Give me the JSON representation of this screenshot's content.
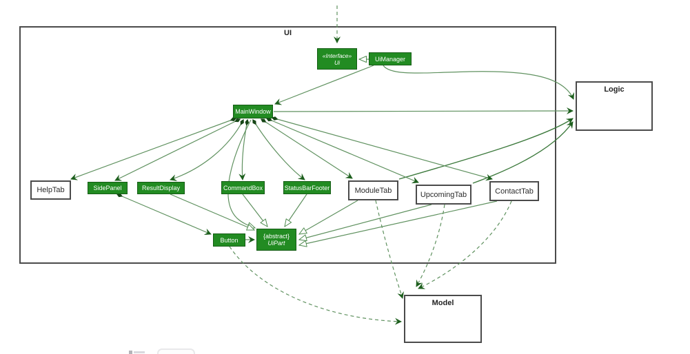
{
  "frame": {
    "label": "UI"
  },
  "colors": {
    "class_fill": "#228B22",
    "class_border": "#145c14",
    "class_text": "#ffffff",
    "edge": "#5f915f",
    "edge_dark": "#1d5f1d",
    "plain_border": "#4a4a4a",
    "plain_text": "#2b2b2b"
  },
  "nodes": {
    "ui_interface": {
      "stereotype": "«Interface»",
      "name": "Ui"
    },
    "ui_manager": {
      "name": "UiManager"
    },
    "main_window": {
      "name": "MainWindow"
    },
    "logic": {
      "name": "Logic"
    },
    "model": {
      "name": "Model"
    },
    "help_tab": {
      "name": "HelpTab"
    },
    "side_panel": {
      "name": "SidePanel"
    },
    "result_display": {
      "name": "ResultDisplay"
    },
    "command_box": {
      "name": "CommandBox"
    },
    "status_bar_footer": {
      "name": "StatusBarFooter"
    },
    "module_tab": {
      "name": "ModuleTab"
    },
    "upcoming_tab": {
      "name": "UpcomingTab"
    },
    "contact_tab": {
      "name": "ContactTab"
    },
    "button": {
      "name": "Button"
    },
    "ui_part": {
      "modifier": "{abstract}",
      "name": "UiPart"
    }
  },
  "edges": [
    {
      "from": "external",
      "to": "Ui",
      "type": "dashed-dependency"
    },
    {
      "from": "UiManager",
      "to": "Ui",
      "type": "realization"
    },
    {
      "from": "UiManager",
      "to": "MainWindow",
      "type": "association"
    },
    {
      "from": "UiManager",
      "to": "Logic",
      "type": "association"
    },
    {
      "from": "MainWindow",
      "to": "Logic",
      "type": "association"
    },
    {
      "from": "MainWindow",
      "to": "HelpTab",
      "type": "composition"
    },
    {
      "from": "MainWindow",
      "to": "SidePanel",
      "type": "composition"
    },
    {
      "from": "MainWindow",
      "to": "ResultDisplay",
      "type": "composition"
    },
    {
      "from": "MainWindow",
      "to": "CommandBox",
      "type": "composition"
    },
    {
      "from": "MainWindow",
      "to": "StatusBarFooter",
      "type": "composition"
    },
    {
      "from": "MainWindow",
      "to": "ModuleTab",
      "type": "composition"
    },
    {
      "from": "MainWindow",
      "to": "UpcomingTab",
      "type": "composition"
    },
    {
      "from": "MainWindow",
      "to": "ContactTab",
      "type": "composition"
    },
    {
      "from": "MainWindow",
      "to": "UiPart",
      "type": "inheritance"
    },
    {
      "from": "ResultDisplay",
      "to": "UiPart",
      "type": "inheritance"
    },
    {
      "from": "CommandBox",
      "to": "UiPart",
      "type": "inheritance"
    },
    {
      "from": "StatusBarFooter",
      "to": "UiPart",
      "type": "inheritance"
    },
    {
      "from": "ModuleTab",
      "to": "UiPart",
      "type": "inheritance"
    },
    {
      "from": "UpcomingTab",
      "to": "UiPart",
      "type": "inheritance"
    },
    {
      "from": "ContactTab",
      "to": "UiPart",
      "type": "inheritance"
    },
    {
      "from": "SidePanel",
      "to": "Button",
      "type": "composition"
    },
    {
      "from": "Button",
      "to": "UiPart",
      "type": "association"
    },
    {
      "from": "ModuleTab",
      "to": "Logic",
      "type": "association"
    },
    {
      "from": "UpcomingTab",
      "to": "Logic",
      "type": "association"
    },
    {
      "from": "Button",
      "to": "Model",
      "type": "dashed-dependency"
    },
    {
      "from": "ModuleTab",
      "to": "Model",
      "type": "dashed-dependency"
    },
    {
      "from": "UpcomingTab",
      "to": "Model",
      "type": "dashed-dependency"
    },
    {
      "from": "ContactTab",
      "to": "Model",
      "type": "dashed-dependency"
    }
  ]
}
